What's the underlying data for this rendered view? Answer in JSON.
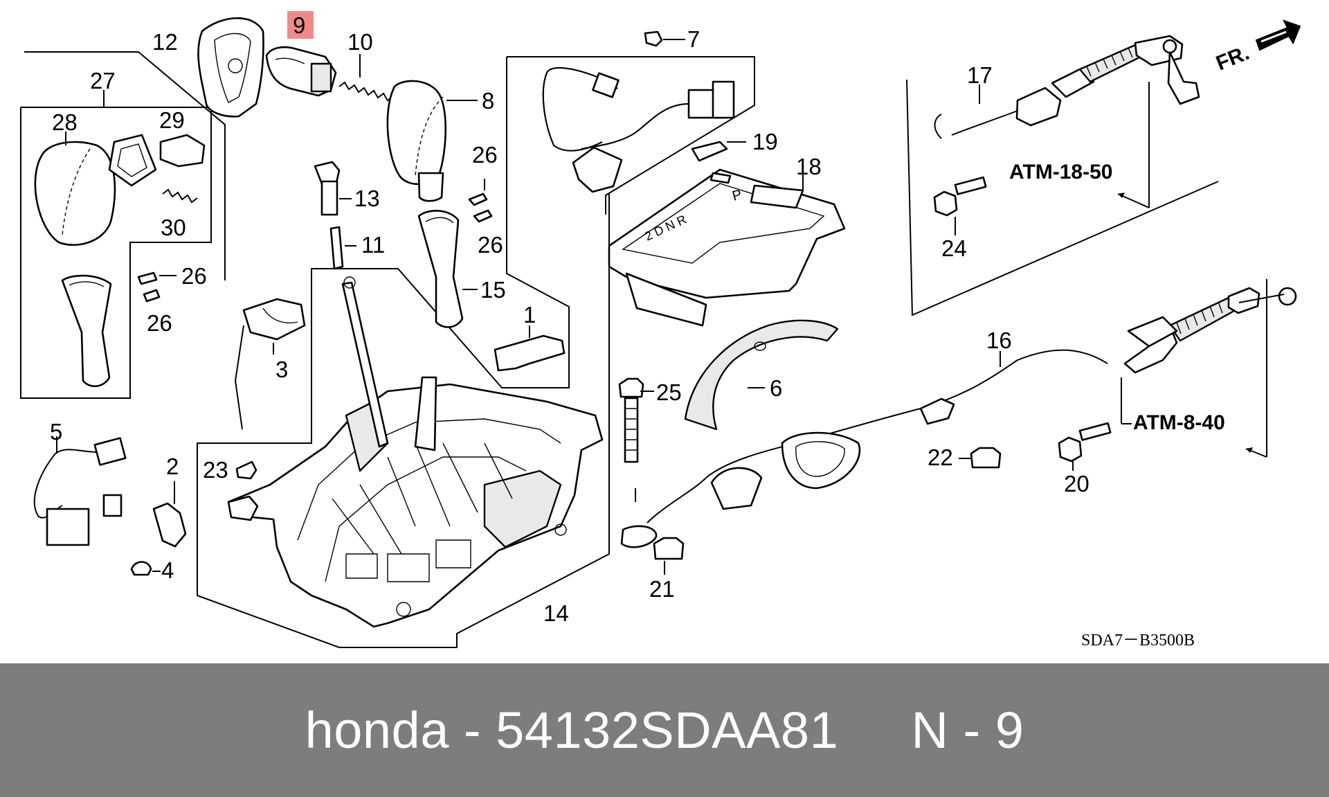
{
  "diagram": {
    "highlight_color": "#f08a8a",
    "labels": {
      "l1": "1",
      "l2": "2",
      "l3": "3",
      "l4": "4",
      "l5": "5",
      "l6": "6",
      "l7": "7",
      "l8": "8",
      "l9": "9",
      "l10": "10",
      "l11": "11",
      "l12": "12",
      "l13": "13",
      "l14": "14",
      "l15": "15",
      "l16": "16",
      "l17": "17",
      "l18": "18",
      "l19": "19",
      "l20": "20",
      "l21": "21",
      "l22": "22",
      "l23": "23",
      "l24": "24",
      "l25": "25",
      "l26a": "26",
      "l26b": "26",
      "l26c": "26",
      "l26d": "26",
      "l27": "27",
      "l28": "28",
      "l29": "29",
      "l30": "30"
    },
    "callouts": {
      "atm_18_50": "ATM-18-50",
      "atm_8_40": "ATM-8-40"
    },
    "front_marker": "FR.",
    "drawing_code": "SDA7－B3500B",
    "highlighted_part": "9"
  },
  "caption": {
    "text": "honda - 54132SDAA81     N - 9",
    "background": "#7d7d7d",
    "color": "#ffffff"
  }
}
